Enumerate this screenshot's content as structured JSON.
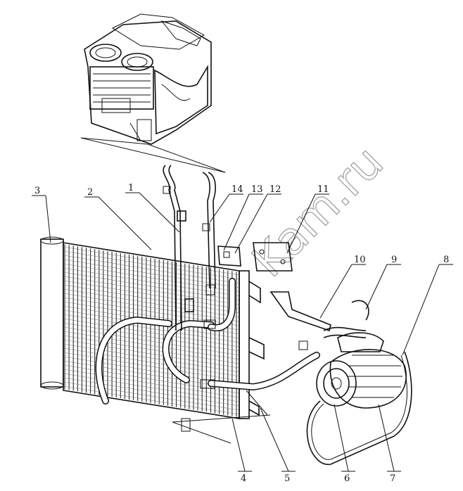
{
  "callouts": [
    {
      "id": "1",
      "label": "1"
    },
    {
      "id": "2",
      "label": "2"
    },
    {
      "id": "3",
      "label": "3"
    },
    {
      "id": "4",
      "label": "4"
    },
    {
      "id": "5",
      "label": "5"
    },
    {
      "id": "6",
      "label": "6"
    },
    {
      "id": "7",
      "label": "7"
    },
    {
      "id": "8",
      "label": "8"
    },
    {
      "id": "9",
      "label": "9"
    },
    {
      "id": "10",
      "label": "10"
    },
    {
      "id": "11",
      "label": "11"
    },
    {
      "id": "12",
      "label": "12"
    },
    {
      "id": "13",
      "label": "13"
    },
    {
      "id": "14",
      "label": "14"
    }
  ],
  "watermark": "Kam.ru"
}
